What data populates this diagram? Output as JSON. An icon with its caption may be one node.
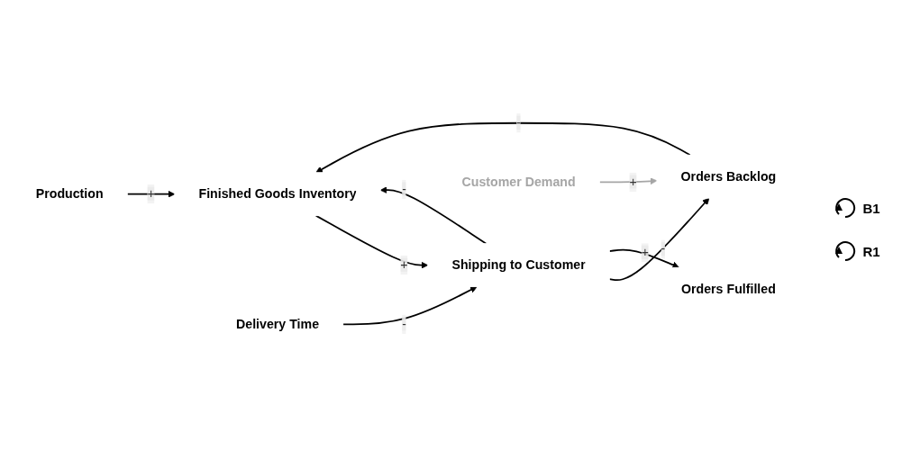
{
  "diagram": {
    "nodes": [
      {
        "text": [
          "Production"
        ]
      },
      {
        "text": [
          "Finished Goods Inventory"
        ]
      },
      {
        "text": [
          "Delivery Time"
        ]
      },
      {
        "text": [
          "Shipping to Customer"
        ]
      },
      {
        "text": [
          "Orders Backlog"
        ]
      },
      {
        "text": [
          "Orders Fulfilled"
        ]
      },
      {
        "text": [
          "Customer Demand"
        ]
      }
    ],
    "edges": [
      {
        "from": 0,
        "to": 1,
        "arrow": "to",
        "label": "+"
      },
      {
        "from": 1,
        "to": 3,
        "arrow": "to",
        "label": "+"
      },
      {
        "from": 2,
        "to": 3,
        "arrow": "to",
        "label": "-"
      },
      {
        "from": 3,
        "to": 1,
        "arrow": "to",
        "label": "-"
      },
      {
        "from": 3,
        "to": 4,
        "arrow": "to",
        "label": "-"
      },
      {
        "from": 4,
        "to": 1,
        "arrow": "to",
        "label": "-"
      },
      {
        "from": 3,
        "to": 5,
        "arrow": "to",
        "label": "+"
      },
      {
        "from": 6,
        "to": 4,
        "arrow": "to",
        "label": "+",
        "color": "#a6a6a6"
      }
    ],
    "labels": [
      "B1",
      "R1"
    ]
  }
}
